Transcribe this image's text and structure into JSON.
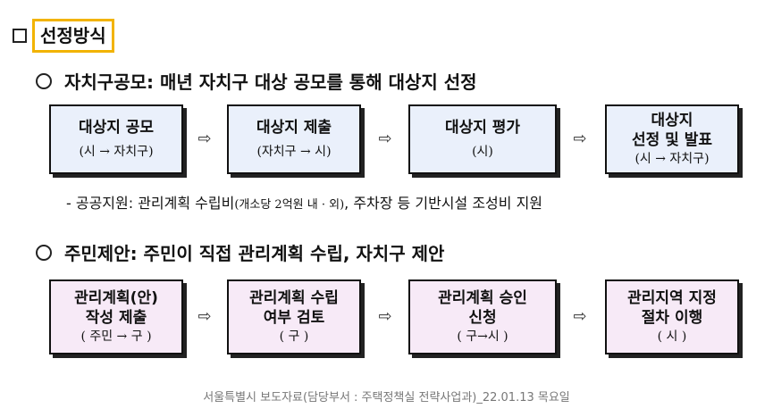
{
  "heading": {
    "title": "선정방식"
  },
  "method1": {
    "title": "자치구공모: 매년 자치구 대상 공모를 통해 대상지 선정",
    "steps": [
      {
        "title": "대상지 공모",
        "sub": "(시 → 자치구)"
      },
      {
        "title": "대상지 제출",
        "sub": "(자치구 → 시)"
      },
      {
        "title": "대상지 평가",
        "sub": "(시)"
      },
      {
        "title_line1": "대상지",
        "title_line2": "선정 및 발표",
        "sub": "(시 → 자치구)"
      }
    ],
    "support_main": "- 공공지원: 관리계획 수립비",
    "support_note": "(개소당 2억원 내 · 외)",
    "support_tail": ", 주차장 등 기반시설 조성비 지원"
  },
  "method2": {
    "title": "주민제안: 주민이 직접 관리계획 수립, 자치구  제안",
    "steps": [
      {
        "title_line1": "관리계획(안)",
        "title_line2": "작성 제출",
        "sub": "( 주민 → 구 )"
      },
      {
        "title_line1": "관리계획 수립",
        "title_line2": "여부 검토",
        "sub": "( 구 )"
      },
      {
        "title_line1": "관리계획 승인",
        "title_line2": "신청",
        "sub": "( 구→시 )"
      },
      {
        "title_line1": "관리지역 지정",
        "title_line2": "절차 이행",
        "sub": "( 시 )"
      }
    ]
  },
  "arrow_glyph": "⇨",
  "footer": "서울특별시 보도자료(담당부서 : 주택정책실 전략사업과)_22.01.13 목요일"
}
